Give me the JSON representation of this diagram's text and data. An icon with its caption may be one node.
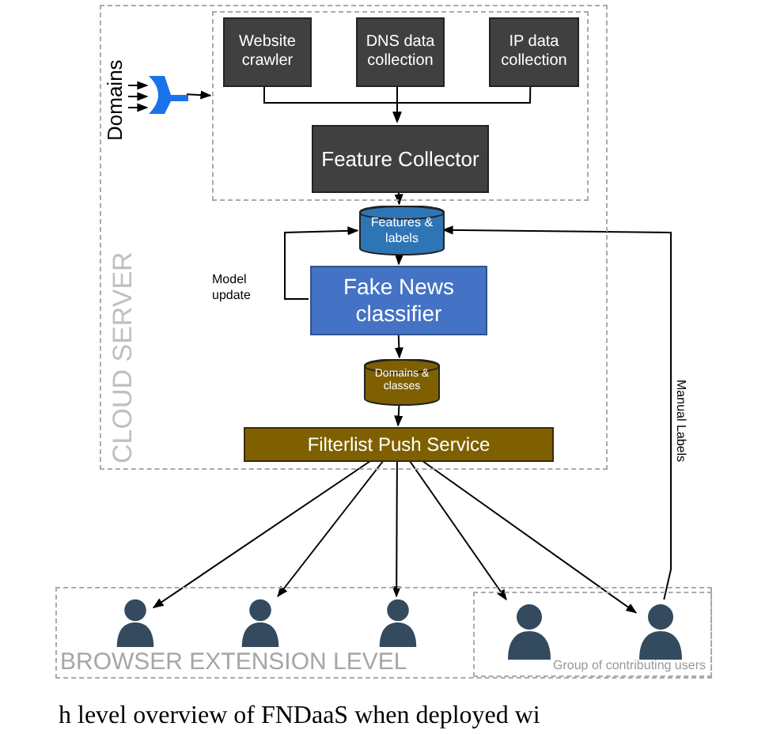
{
  "diagram": {
    "caption": "h level overview of FNDaaS when deployed wi",
    "nodes": [
      {
        "text": [
          "CLOUD SERVER"
        ]
      },
      {
        "text": [],
        "shape": "box",
        "in": 0
      },
      {
        "text": [
          "Website crawler"
        ],
        "in": 1
      },
      {
        "text": [
          "DNS data collection"
        ],
        "in": 1
      },
      {
        "text": [
          "IP data collection"
        ],
        "in": 1
      },
      {
        "text": [
          "Feature Collector"
        ],
        "in": 1
      },
      {
        "text": [
          "Features & labels"
        ],
        "in": 0
      },
      {
        "text": [
          "Fake News classifier"
        ],
        "in": 0
      },
      {
        "text": [
          "Domains & classes"
        ],
        "in": 0
      },
      {
        "text": [
          "Filterlist Push Service"
        ],
        "in": 0
      },
      {
        "text": [
          "BROWSER EXTENSION LEVEL"
        ]
      },
      {
        "text": [],
        "shape": "person",
        "in": 10
      },
      {
        "text": [],
        "shape": "person",
        "in": 10
      },
      {
        "text": [],
        "shape": "person",
        "in": 10
      },
      {
        "text": [
          "Group of contributing users"
        ],
        "in": 10
      },
      {
        "text": [],
        "shape": "person",
        "in": 14
      },
      {
        "text": [],
        "shape": "person",
        "in": 14
      },
      {
        "text": [],
        "shape": "funnel",
        "in": 0,
        "beside": [
          "Domains"
        ]
      }
    ],
    "edges": [
      {
        "from": 2,
        "to": 5,
        "arrow": "to"
      },
      {
        "from": 3,
        "to": 5,
        "arrow": "to"
      },
      {
        "from": 4,
        "to": 5,
        "arrow": "to"
      },
      {
        "from": 5,
        "to": 6,
        "arrow": "to"
      },
      {
        "from": 6,
        "to": 7,
        "arrow": "to"
      },
      {
        "from": 7,
        "to": 6,
        "arrow": "to",
        "label": "Model update"
      },
      {
        "from": 7,
        "to": 8,
        "arrow": "to"
      },
      {
        "from": 8,
        "to": 9,
        "arrow": "to"
      },
      {
        "from": 9,
        "to": 11,
        "arrow": "to"
      },
      {
        "from": 9,
        "to": 12,
        "arrow": "to"
      },
      {
        "from": 9,
        "to": 13,
        "arrow": "to"
      },
      {
        "from": 9,
        "to": 15,
        "arrow": "to"
      },
      {
        "from": 9,
        "to": 16,
        "arrow": "to"
      },
      {
        "from": 16,
        "to": 6,
        "arrow": "to",
        "label": "Manual Labels"
      },
      {
        "from": null,
        "to": 17,
        "arrow": "to"
      },
      {
        "from": null,
        "to": 17,
        "arrow": "to"
      },
      {
        "from": null,
        "to": 17,
        "arrow": "to"
      },
      {
        "from": 17,
        "to": 1,
        "arrow": "to"
      }
    ]
  }
}
